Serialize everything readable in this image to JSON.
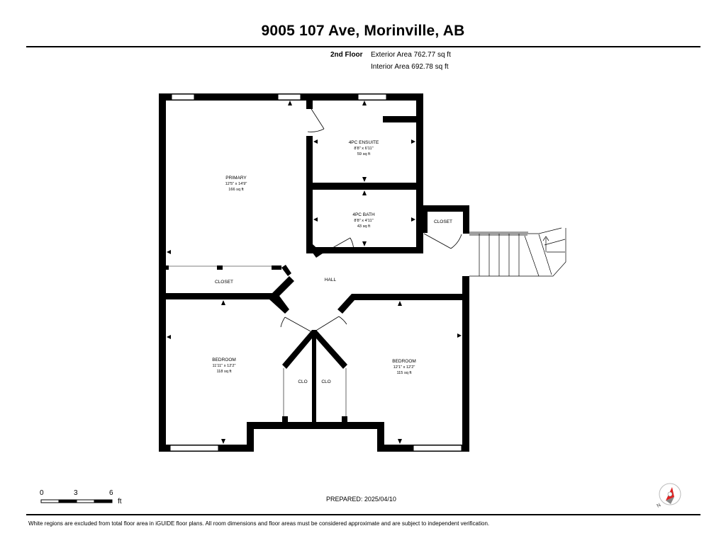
{
  "header": {
    "title": "9005 107 Ave, Morinville, AB",
    "floor": "2nd Floor",
    "exterior_area": "Exterior Area 762.77 sq ft",
    "interior_area": "Interior Area 692.78 sq ft"
  },
  "rooms": {
    "primary": {
      "name": "PRIMARY",
      "dims": "12'5\" x 14'9\"",
      "area": "166 sq ft"
    },
    "ensuite": {
      "name": "4PC ENSUITE",
      "dims": "8'8\" x 6'11\"",
      "area": "59 sq ft"
    },
    "bath": {
      "name": "4PC BATH",
      "dims": "8'8\" x 4'11\"",
      "area": "43 sq ft"
    },
    "closet_right": {
      "name": "CLOSET"
    },
    "closet_left": {
      "name": "CLOSET"
    },
    "hall": {
      "name": "HALL"
    },
    "bedroom1": {
      "name": "BEDROOM",
      "dims": "11'11\" x 12'2\"",
      "area": "118 sq ft"
    },
    "bedroom2": {
      "name": "BEDROOM",
      "dims": "12'1\" x 12'2\"",
      "area": "115 sq ft"
    },
    "clo_left": {
      "name": "CLO"
    },
    "clo_right": {
      "name": "CLO"
    }
  },
  "scale": {
    "t0": "0",
    "t1": "3",
    "t2": "6",
    "unit": "ft"
  },
  "compass_icon": "north-arrow-icon",
  "compass_label": "N",
  "prepared": "PREPARED: 2025/04/10",
  "disclaimer": "White regions are excluded from total floor area in iGUIDE floor plans. All room dimensions and floor areas must be considered approximate and are subject to independent verification."
}
